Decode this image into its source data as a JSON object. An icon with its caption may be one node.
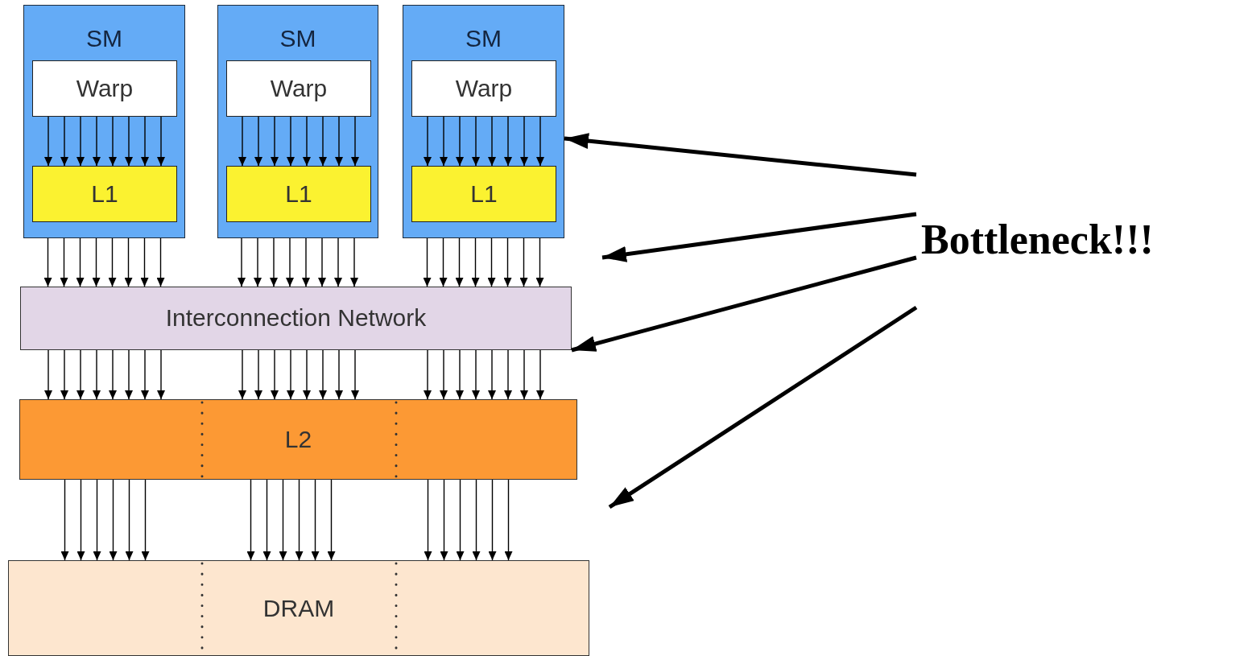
{
  "diagram": {
    "nodes": [
      {
        "text": [
          "SM"
        ]
      },
      {
        "text": [
          "Warp"
        ],
        "in": 0
      },
      {
        "text": [
          "L1"
        ],
        "in": 0
      },
      {
        "text": [
          "SM"
        ]
      },
      {
        "text": [
          "Warp"
        ],
        "in": 3
      },
      {
        "text": [
          "L1"
        ],
        "in": 3
      },
      {
        "text": [
          "SM"
        ]
      },
      {
        "text": [
          "Warp"
        ],
        "in": 6
      },
      {
        "text": [
          "L1"
        ],
        "in": 6
      },
      {
        "text": [
          "Interconnection Network"
        ]
      },
      {
        "text": [
          "L2"
        ]
      },
      {
        "text": [
          "DRAM"
        ]
      },
      {
        "text": [
          "Bottleneck!!!"
        ]
      }
    ],
    "edges": [
      {
        "from": 1,
        "to": 2,
        "arrow": "to"
      },
      {
        "from": 1,
        "to": 2,
        "arrow": "to"
      },
      {
        "from": 1,
        "to": 2,
        "arrow": "to"
      },
      {
        "from": 1,
        "to": 2,
        "arrow": "to"
      },
      {
        "from": 1,
        "to": 2,
        "arrow": "to"
      },
      {
        "from": 1,
        "to": 2,
        "arrow": "to"
      },
      {
        "from": 1,
        "to": 2,
        "arrow": "to"
      },
      {
        "from": 1,
        "to": 2,
        "arrow": "to"
      },
      {
        "from": 4,
        "to": 5,
        "arrow": "to"
      },
      {
        "from": 4,
        "to": 5,
        "arrow": "to"
      },
      {
        "from": 4,
        "to": 5,
        "arrow": "to"
      },
      {
        "from": 4,
        "to": 5,
        "arrow": "to"
      },
      {
        "from": 4,
        "to": 5,
        "arrow": "to"
      },
      {
        "from": 4,
        "to": 5,
        "arrow": "to"
      },
      {
        "from": 4,
        "to": 5,
        "arrow": "to"
      },
      {
        "from": 4,
        "to": 5,
        "arrow": "to"
      },
      {
        "from": 7,
        "to": 8,
        "arrow": "to"
      },
      {
        "from": 7,
        "to": 8,
        "arrow": "to"
      },
      {
        "from": 7,
        "to": 8,
        "arrow": "to"
      },
      {
        "from": 7,
        "to": 8,
        "arrow": "to"
      },
      {
        "from": 7,
        "to": 8,
        "arrow": "to"
      },
      {
        "from": 7,
        "to": 8,
        "arrow": "to"
      },
      {
        "from": 7,
        "to": 8,
        "arrow": "to"
      },
      {
        "from": 7,
        "to": 8,
        "arrow": "to"
      },
      {
        "from": 0,
        "to": 9,
        "arrow": "to"
      },
      {
        "from": 0,
        "to": 9,
        "arrow": "to"
      },
      {
        "from": 0,
        "to": 9,
        "arrow": "to"
      },
      {
        "from": 0,
        "to": 9,
        "arrow": "to"
      },
      {
        "from": 0,
        "to": 9,
        "arrow": "to"
      },
      {
        "from": 0,
        "to": 9,
        "arrow": "to"
      },
      {
        "from": 0,
        "to": 9,
        "arrow": "to"
      },
      {
        "from": 0,
        "to": 9,
        "arrow": "to"
      },
      {
        "from": 3,
        "to": 9,
        "arrow": "to"
      },
      {
        "from": 3,
        "to": 9,
        "arrow": "to"
      },
      {
        "from": 3,
        "to": 9,
        "arrow": "to"
      },
      {
        "from": 3,
        "to": 9,
        "arrow": "to"
      },
      {
        "from": 3,
        "to": 9,
        "arrow": "to"
      },
      {
        "from": 3,
        "to": 9,
        "arrow": "to"
      },
      {
        "from": 3,
        "to": 9,
        "arrow": "to"
      },
      {
        "from": 3,
        "to": 9,
        "arrow": "to"
      },
      {
        "from": 6,
        "to": 9,
        "arrow": "to"
      },
      {
        "from": 6,
        "to": 9,
        "arrow": "to"
      },
      {
        "from": 6,
        "to": 9,
        "arrow": "to"
      },
      {
        "from": 6,
        "to": 9,
        "arrow": "to"
      },
      {
        "from": 6,
        "to": 9,
        "arrow": "to"
      },
      {
        "from": 6,
        "to": 9,
        "arrow": "to"
      },
      {
        "from": 6,
        "to": 9,
        "arrow": "to"
      },
      {
        "from": 6,
        "to": 9,
        "arrow": "to"
      },
      {
        "from": 9,
        "to": 10,
        "arrow": "to"
      },
      {
        "from": 9,
        "to": 10,
        "arrow": "to"
      },
      {
        "from": 9,
        "to": 10,
        "arrow": "to"
      },
      {
        "from": 9,
        "to": 10,
        "arrow": "to"
      },
      {
        "from": 9,
        "to": 10,
        "arrow": "to"
      },
      {
        "from": 9,
        "to": 10,
        "arrow": "to"
      },
      {
        "from": 9,
        "to": 10,
        "arrow": "to"
      },
      {
        "from": 9,
        "to": 10,
        "arrow": "to"
      },
      {
        "from": 9,
        "to": 10,
        "arrow": "to"
      },
      {
        "from": 9,
        "to": 10,
        "arrow": "to"
      },
      {
        "from": 9,
        "to": 10,
        "arrow": "to"
      },
      {
        "from": 9,
        "to": 10,
        "arrow": "to"
      },
      {
        "from": 9,
        "to": 10,
        "arrow": "to"
      },
      {
        "from": 9,
        "to": 10,
        "arrow": "to"
      },
      {
        "from": 9,
        "to": 10,
        "arrow": "to"
      },
      {
        "from": 9,
        "to": 10,
        "arrow": "to"
      },
      {
        "from": 9,
        "to": 10,
        "arrow": "to"
      },
      {
        "from": 9,
        "to": 10,
        "arrow": "to"
      },
      {
        "from": 9,
        "to": 10,
        "arrow": "to"
      },
      {
        "from": 9,
        "to": 10,
        "arrow": "to"
      },
      {
        "from": 9,
        "to": 10,
        "arrow": "to"
      },
      {
        "from": 9,
        "to": 10,
        "arrow": "to"
      },
      {
        "from": 9,
        "to": 10,
        "arrow": "to"
      },
      {
        "from": 9,
        "to": 10,
        "arrow": "to"
      },
      {
        "from": 10,
        "to": 11,
        "arrow": "to"
      },
      {
        "from": 10,
        "to": 11,
        "arrow": "to"
      },
      {
        "from": 10,
        "to": 11,
        "arrow": "to"
      },
      {
        "from": 10,
        "to": 11,
        "arrow": "to"
      },
      {
        "from": 10,
        "to": 11,
        "arrow": "to"
      },
      {
        "from": 10,
        "to": 11,
        "arrow": "to"
      },
      {
        "from": 10,
        "to": 11,
        "arrow": "to"
      },
      {
        "from": 10,
        "to": 11,
        "arrow": "to"
      },
      {
        "from": 10,
        "to": 11,
        "arrow": "to"
      },
      {
        "from": 10,
        "to": 11,
        "arrow": "to"
      },
      {
        "from": 10,
        "to": 11,
        "arrow": "to"
      },
      {
        "from": 10,
        "to": 11,
        "arrow": "to"
      },
      {
        "from": 10,
        "to": 11,
        "arrow": "to"
      },
      {
        "from": 10,
        "to": 11,
        "arrow": "to"
      },
      {
        "from": 10,
        "to": 11,
        "arrow": "to"
      },
      {
        "from": 10,
        "to": 11,
        "arrow": "to"
      },
      {
        "from": 10,
        "to": 11,
        "arrow": "to"
      },
      {
        "from": 10,
        "to": 11,
        "arrow": "to"
      },
      {
        "from": 12,
        "to": 6,
        "arrow": "to",
        "style": "thick"
      },
      {
        "from": 12,
        "to": null,
        "arrow": "to",
        "style": "thick"
      },
      {
        "from": 12,
        "to": 9,
        "arrow": "to",
        "style": "thick"
      },
      {
        "from": 12,
        "to": null,
        "arrow": "to",
        "style": "thick"
      }
    ]
  }
}
